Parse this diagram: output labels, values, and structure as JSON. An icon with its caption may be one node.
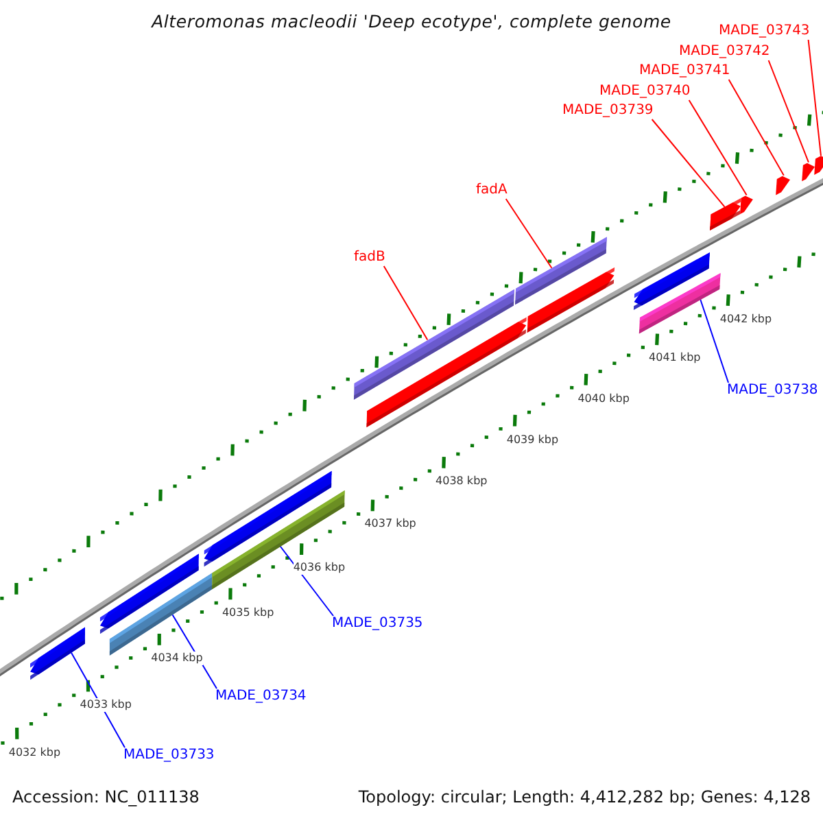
{
  "diagram": {
    "title": "Alteromonas macleodii 'Deep ecotype', complete genome",
    "nodes": [
      {
        "text": [
          "MADE_03743"
        ]
      },
      {
        "text": [
          "MADE_03742"
        ]
      },
      {
        "text": [
          "MADE_03741"
        ]
      },
      {
        "text": [
          "MADE_03740"
        ]
      },
      {
        "text": [
          "MADE_03739"
        ]
      },
      {
        "text": [
          "fadA"
        ]
      },
      {
        "text": [
          "fadB"
        ]
      },
      {
        "text": [
          "MADE_03738"
        ]
      },
      {
        "text": [
          "MADE_03735"
        ]
      },
      {
        "text": [
          "MADE_03734"
        ]
      },
      {
        "text": [
          "MADE_03733"
        ]
      },
      {
        "text": [],
        "shape": "arrow"
      },
      {
        "text": [],
        "shape": "arrow"
      },
      {
        "text": [],
        "shape": "bar"
      },
      {
        "text": [],
        "shape": "arrow"
      },
      {
        "text": [],
        "shape": "bar"
      },
      {
        "text": [],
        "shape": "bar"
      },
      {
        "text": [],
        "shape": "arrow"
      },
      {
        "text": [],
        "shape": "bar"
      },
      {
        "text": [],
        "shape": "arrow"
      },
      {
        "text": [],
        "shape": "arrow"
      },
      {
        "text": [],
        "shape": "bar"
      },
      {
        "text": [],
        "shape": "arrow"
      },
      {
        "text": [],
        "shape": "arrow"
      },
      {
        "text": [],
        "shape": "arrow"
      },
      {
        "text": [],
        "shape": "arrow"
      },
      {
        "text": [],
        "shape": "arrow"
      }
    ],
    "edges": [
      {
        "from": 0,
        "to": 26,
        "arrow": "none"
      },
      {
        "from": 1,
        "to": 25,
        "arrow": "none"
      },
      {
        "from": 2,
        "to": 24,
        "arrow": "none"
      },
      {
        "from": 3,
        "to": 23,
        "arrow": "none"
      },
      {
        "from": 4,
        "to": 22,
        "arrow": "none"
      },
      {
        "from": 5,
        "to": 18,
        "arrow": "none"
      },
      {
        "from": 6,
        "to": 16,
        "arrow": "none"
      },
      {
        "from": 7,
        "to": 21,
        "arrow": "none",
        "color": "#0000ff"
      },
      {
        "from": 8,
        "to": 15,
        "arrow": "none",
        "color": "#0000ff"
      },
      {
        "from": 9,
        "to": 13,
        "arrow": "none",
        "color": "#0000ff"
      },
      {
        "from": 10,
        "to": 11,
        "arrow": "none",
        "color": "#0000ff"
      }
    ],
    "labels": [
      "4032 kbp",
      "4033 kbp",
      "4034 kbp",
      "4035 kbp",
      "4036 kbp",
      "4037 kbp",
      "4038 kbp",
      "4039 kbp",
      "4040 kbp",
      "4041 kbp",
      "4042 kbp",
      "Accession: NC_011138",
      "Topology: circular; Length: 4,412,282 bp; Genes: 4,128"
    ]
  }
}
